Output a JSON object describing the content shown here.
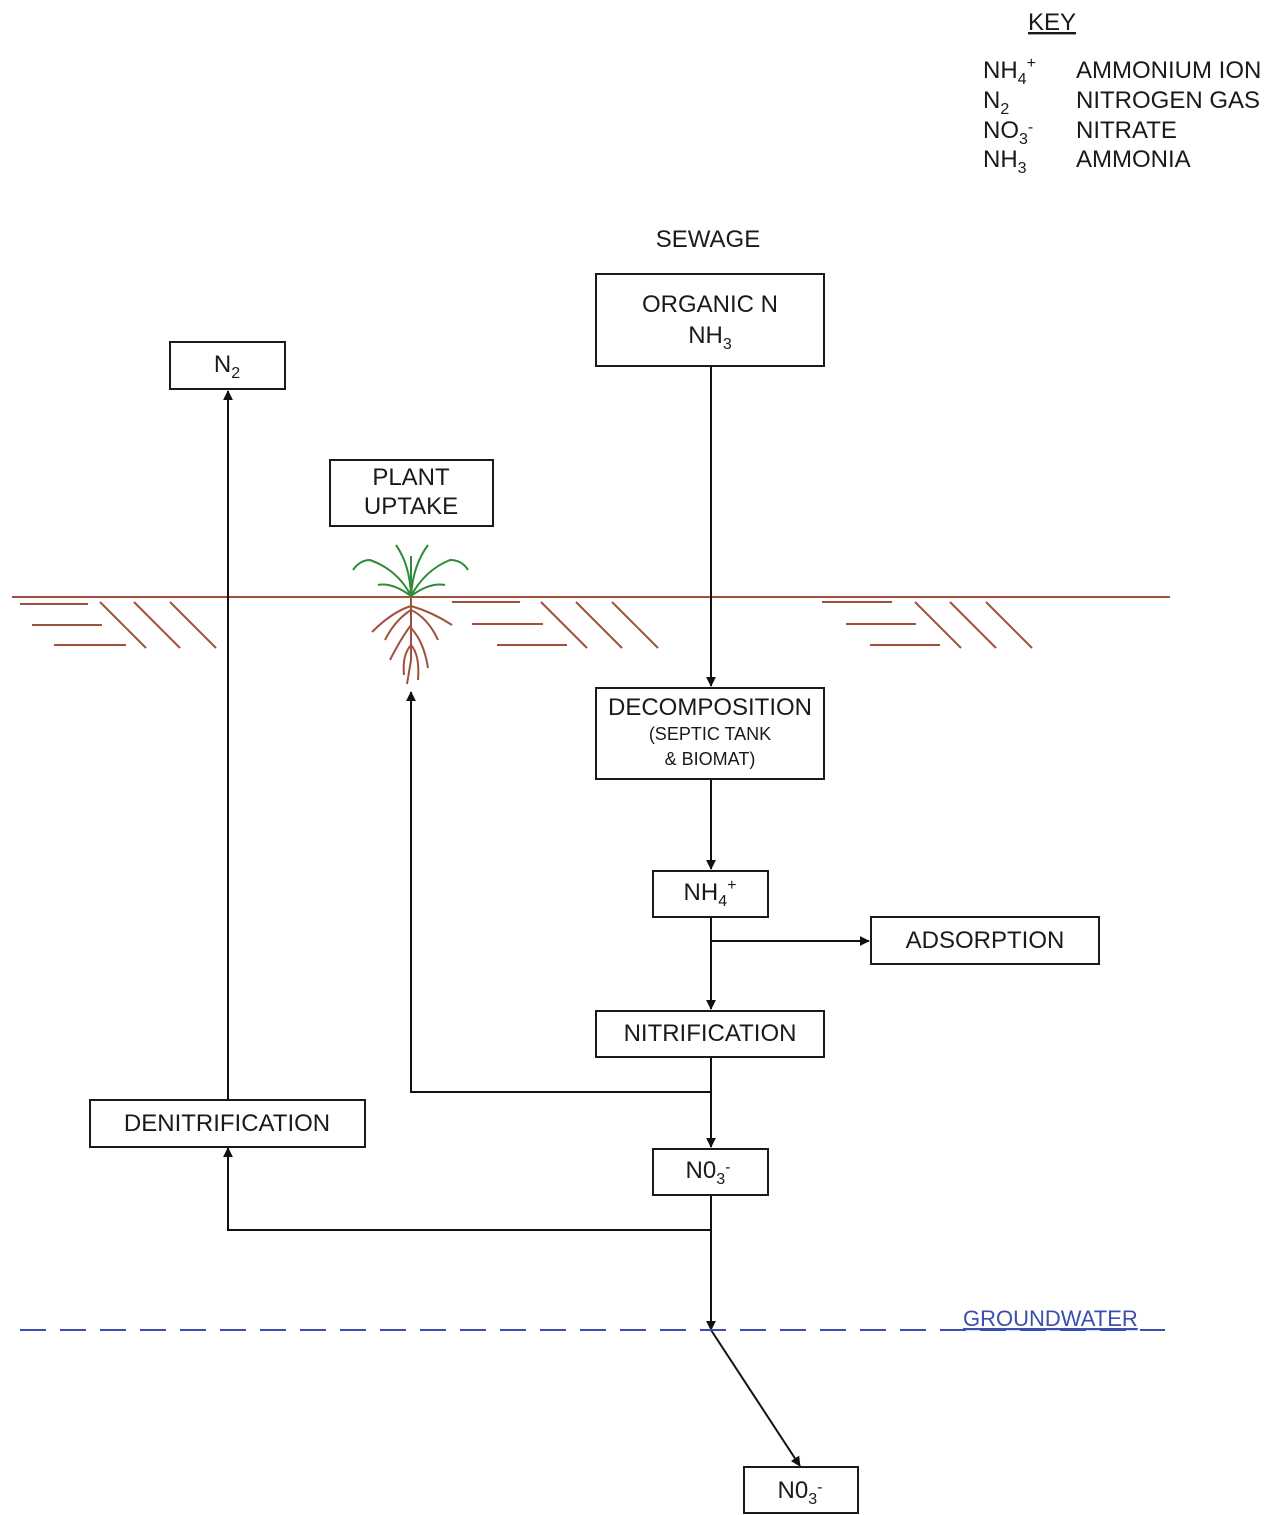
{
  "key": {
    "title": "KEY",
    "entries": [
      {
        "symbol": "NH",
        "sub": "4",
        "sup": "+",
        "meaning": "AMMONIUM ION"
      },
      {
        "symbol": "N",
        "sub": "2",
        "sup": "",
        "meaning": "NITROGEN GAS"
      },
      {
        "symbol": "NO",
        "sub": "3",
        "sup": "-",
        "meaning": "NITRATE"
      },
      {
        "symbol": "NH",
        "sub": "3",
        "sup": "",
        "meaning": "AMMONIA"
      }
    ]
  },
  "labels": {
    "sewage": "SEWAGE",
    "groundwater": "GROUNDWATER"
  },
  "boxes": {
    "organic": {
      "line1": "ORGANIC N",
      "line2_symbol": "NH",
      "line2_sub": "3"
    },
    "n2": {
      "symbol": "N",
      "sub": "2"
    },
    "plant": {
      "line1": "PLANT",
      "line2": "UPTAKE"
    },
    "decomposition": {
      "line1": "DECOMPOSITION",
      "line2": "(SEPTIC TANK",
      "line3": "& BIOMAT)"
    },
    "nh4": {
      "symbol": "NH",
      "sub": "4",
      "sup": "+"
    },
    "adsorption": {
      "label": "ADSORPTION"
    },
    "nitrification": {
      "label": "NITRIFICATION"
    },
    "denitrification": {
      "label": "DENITRIFICATION"
    },
    "no3_mid": {
      "symbol": "N0",
      "sub": "3",
      "sup": "-"
    },
    "no3_bottom": {
      "symbol": "N0",
      "sub": "3",
      "sup": "-"
    }
  },
  "colors": {
    "soil": "#a0503c",
    "plant_leaves": "#2e8b3a",
    "groundwater": "#3a4fb0",
    "ink": "#1a1a1a"
  }
}
